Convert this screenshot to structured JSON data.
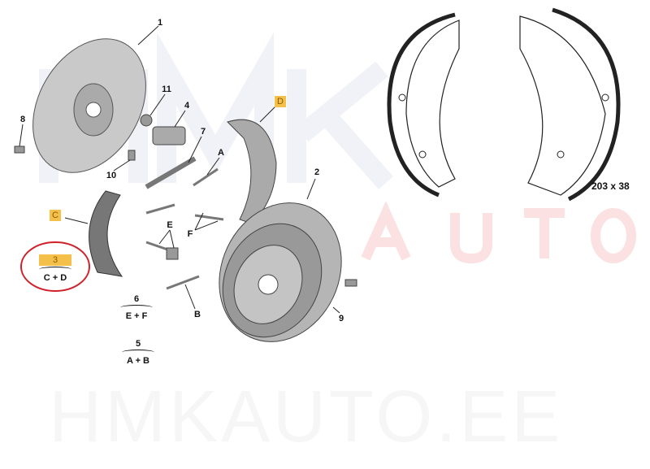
{
  "watermark": {
    "main": "HMK",
    "sub": "AUTO",
    "footer": "HMKAUTO.EE"
  },
  "labels": {
    "l1": "1",
    "l11": "11",
    "l4": "4",
    "l8": "8",
    "l7": "7",
    "lA": "A",
    "lD": "D",
    "l10": "10",
    "l2": "2",
    "lC": "C",
    "lE": "E",
    "lF": "F",
    "lB": "B",
    "l9": "9"
  },
  "kits": [
    {
      "number": "3",
      "contents": "C + D",
      "highlighted": true
    },
    {
      "number": "6",
      "contents": "E + F"
    },
    {
      "number": "5",
      "contents": "A + B"
    }
  ],
  "dimension": "203 x 38",
  "colors": {
    "highlight": "#f5c04a",
    "circle": "#d0202a",
    "part": "#8a8a8a"
  }
}
